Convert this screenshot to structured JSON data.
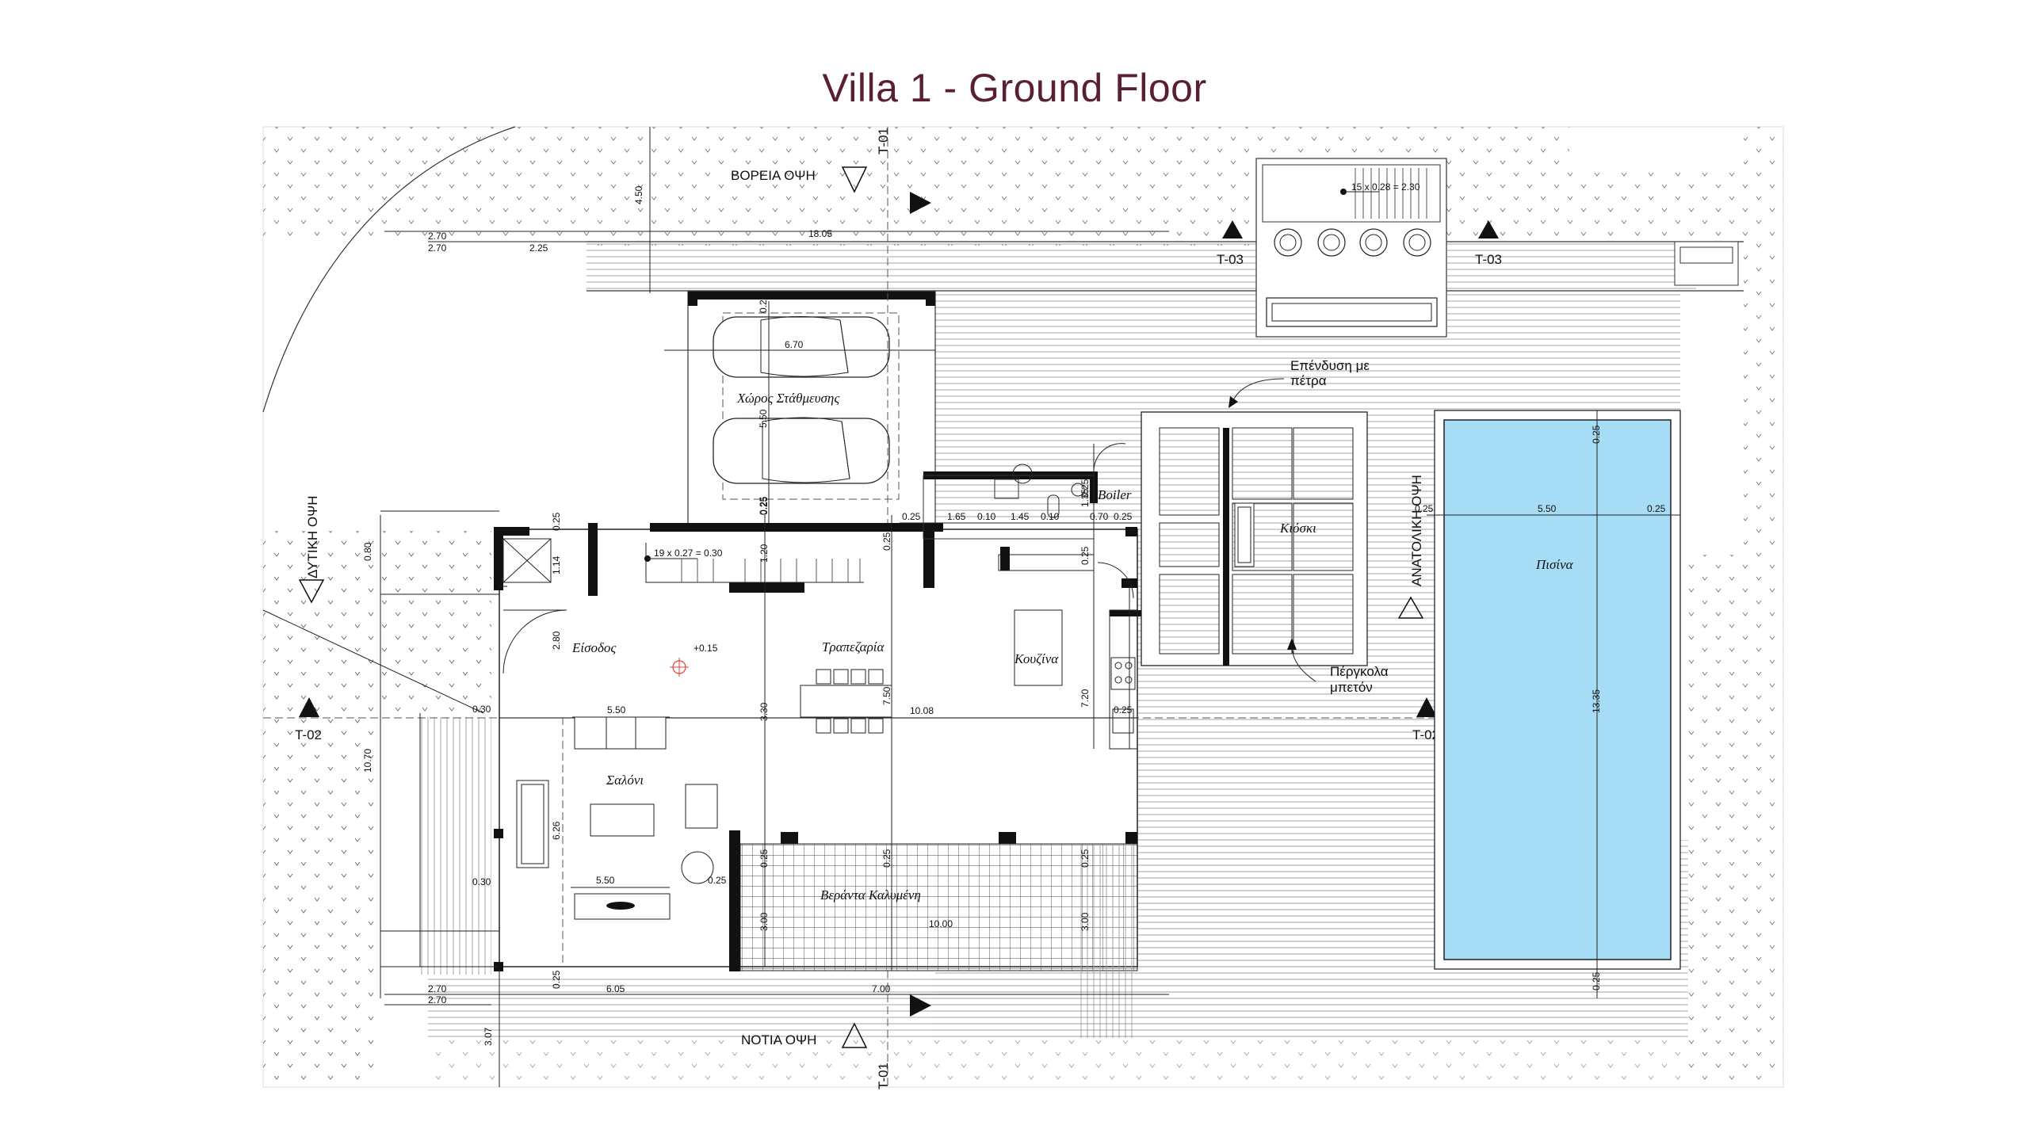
{
  "page": {
    "title": "Villa 1 - Ground Floor"
  },
  "colors": {
    "title": "#5b1f35",
    "pool": "#a6dcf5",
    "walls": "#111111",
    "lines": "#333333"
  },
  "rooms": {
    "parking": "Χώρος Στάθμευσης",
    "entrance": "Είσοδος",
    "dining": "Τραπεζαρία",
    "kitchen": "Κουζίνα",
    "living": "Σαλόνι",
    "veranda": "Βεράντα Καλυμένη",
    "kiosk": "Κιόσκι",
    "pool": "Πισίνα",
    "boiler": "Boiler"
  },
  "annotations": {
    "stone_cladding": [
      "Επένδυση με",
      "πέτρα"
    ],
    "concrete_pergola": [
      "Πέργκολα",
      "μπετόν"
    ],
    "level": "+0.15"
  },
  "elevations": {
    "north": "ΒΟΡΕΙΑ ΟΨΗ",
    "south": "ΝΟΤΙΑ ΟΨΗ",
    "west": "ΔΥΤΙΚΗ ΟΨΗ",
    "east": "ΑΝΑΤΟΛΙΚΗ ΟΨΗ"
  },
  "sections": {
    "s1": "T-01",
    "s2": "T-02",
    "s3": "T-03"
  },
  "dimensions": {
    "north_depth": "4.50",
    "north_2_70a": "2.70",
    "north_2_70b": "2.70",
    "north_2_25": "2.25",
    "north_width": "18.05",
    "parking_w": "6.70",
    "parking_d": "5.50",
    "parking_top": "0.25",
    "parking_bot": "0.25",
    "west_0_80": "0.80",
    "west_1_14": "1.14",
    "west_2_80": "2.80",
    "west_0_30a": "0.30",
    "west_10_70": "10.70",
    "west_6_26": "6.26",
    "west_0_30b": "0.30",
    "top_0_25": "0.25",
    "sofa_w": "5.50",
    "living_w2": "5.50",
    "living_0_25": "0.25",
    "mid_3_30": "3.30",
    "mid_1_20": "1.20",
    "mid_0_25": "0.25",
    "mid_7_50": "7.50",
    "mid_10_08": "10.08",
    "k_0_25a": "0.25",
    "k_1_65": "1.65",
    "k_0_10": "0.10",
    "k_1_45": "1.45",
    "k_0_10b": "0.10",
    "k_0_70": "0.70",
    "k_0_25b": "0.25",
    "k_1_35": "1.35",
    "k_0_25c": "0.25",
    "k_0_25d": "0.25",
    "k_7_20": "7.20",
    "k_0_25e": "0.25",
    "ver_0_25a": "0.25",
    "ver_0_25b": "0.25",
    "ver_0_25c": "0.25",
    "ver_3_00a": "3.00",
    "ver_3_00b": "3.00",
    "ver_10_00": "10.00",
    "bot_0_25": "0.25",
    "bot_6_05": "6.05",
    "bot_7_00": "7.00",
    "bot_2_70a": "2.70",
    "bot_2_70b": "2.70",
    "bot_3_07": "3.07",
    "pool_top": "0.25",
    "pool_left": "0.25",
    "pool_w": "5.50",
    "pool_right": "0.25",
    "pool_len": "13.35",
    "pool_bot": "0.25",
    "stair_note1": "19 x 0.27 = 0.30",
    "stair_note2": "15 x 0.28 = 2.30"
  }
}
